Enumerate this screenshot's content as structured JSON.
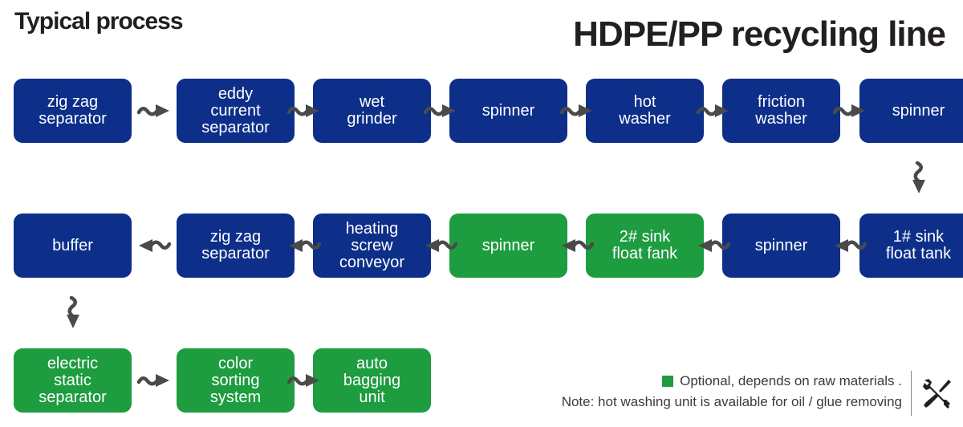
{
  "header": {
    "left_title": "Typical process",
    "right_title": "HDPE/PP recycling line"
  },
  "nodes": [
    {
      "id": "n1",
      "label": "zig zag\nseparator",
      "optional": false
    },
    {
      "id": "n2",
      "label": "eddy\ncurrent\nseparator",
      "optional": false
    },
    {
      "id": "n3",
      "label": "wet\ngrinder",
      "optional": false
    },
    {
      "id": "n4",
      "label": "spinner",
      "optional": false
    },
    {
      "id": "n5",
      "label": "hot\nwasher",
      "optional": false
    },
    {
      "id": "n6",
      "label": "friction\nwasher",
      "optional": false
    },
    {
      "id": "n7",
      "label": "spinner",
      "optional": false
    },
    {
      "id": "n8",
      "label": "1# sink\nfloat tank",
      "optional": false
    },
    {
      "id": "n9",
      "label": "spinner",
      "optional": false
    },
    {
      "id": "n10",
      "label": "2# sink\nfloat fank",
      "optional": true
    },
    {
      "id": "n11",
      "label": "spinner",
      "optional": true
    },
    {
      "id": "n12",
      "label": "heating\nscrew\nconveyor",
      "optional": false
    },
    {
      "id": "n13",
      "label": "zig zag\nseparator",
      "optional": false
    },
    {
      "id": "n14",
      "label": "buffer",
      "optional": false
    },
    {
      "id": "n15",
      "label": "electric\nstatic\nseparator",
      "optional": true
    },
    {
      "id": "n16",
      "label": "color\nsorting\nsystem",
      "optional": true
    },
    {
      "id": "n17",
      "label": "auto\nbagging\nunit",
      "optional": true
    }
  ],
  "flow": [
    [
      "n1",
      "n2"
    ],
    [
      "n2",
      "n3"
    ],
    [
      "n3",
      "n4"
    ],
    [
      "n4",
      "n5"
    ],
    [
      "n5",
      "n6"
    ],
    [
      "n6",
      "n7"
    ],
    [
      "n7",
      "n8"
    ],
    [
      "n8",
      "n9"
    ],
    [
      "n9",
      "n10"
    ],
    [
      "n10",
      "n11"
    ],
    [
      "n11",
      "n12"
    ],
    [
      "n12",
      "n13"
    ],
    [
      "n13",
      "n14"
    ],
    [
      "n14",
      "n15"
    ],
    [
      "n15",
      "n16"
    ],
    [
      "n16",
      "n17"
    ]
  ],
  "legend": {
    "optional_note": "Optional, depends on raw materials .",
    "hot_wash_note": "Note: hot washing unit is available for oil / glue removing"
  },
  "colors": {
    "required": "#0d2f8a",
    "optional": "#1e9c40",
    "arrow": "#4a4a4a"
  },
  "icons": {
    "arrow": "squiggle-arrow-icon",
    "tools": "wrench-screwdriver-icon"
  }
}
